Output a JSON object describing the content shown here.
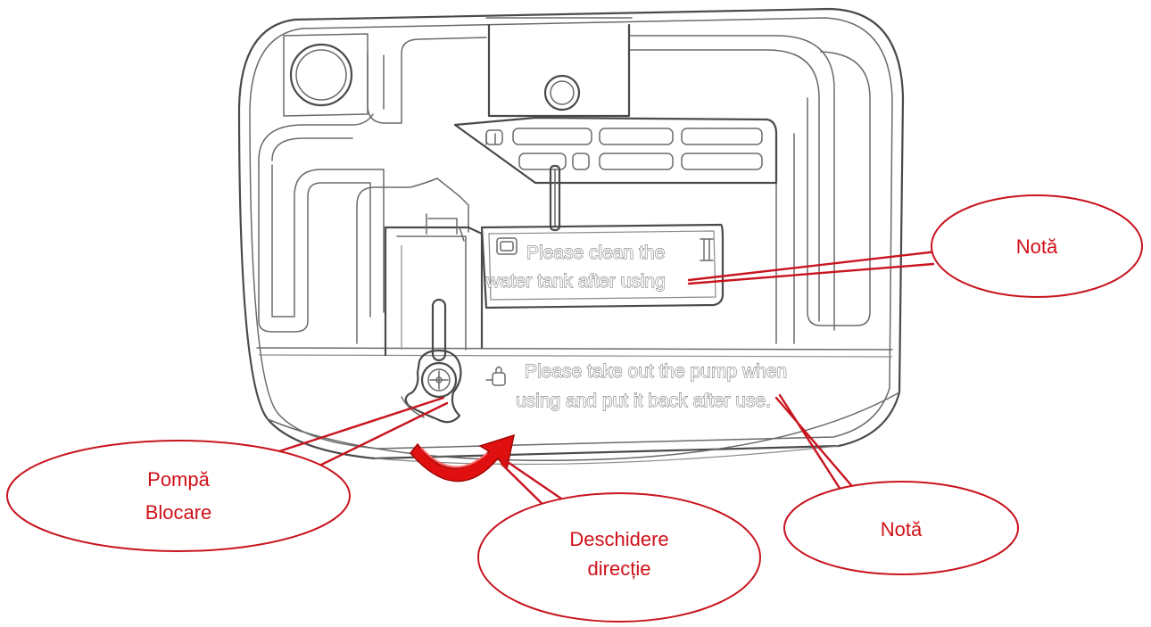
{
  "device": {
    "label_tank": [
      "Please clean the",
      "water tank after using"
    ],
    "label_pump": [
      "Please take out the pump when",
      "using and put it back after use."
    ]
  },
  "callouts": {
    "note_top": "Notă",
    "pump_lock": [
      "Pompă",
      "Blocare"
    ],
    "open_direction": [
      "Deschidere",
      "direcție"
    ],
    "note_bottom": "Notă"
  },
  "colors": {
    "callout_red": "#c8141e",
    "arrow_red": "#e01010",
    "outline_gray": "#4a4a4a"
  },
  "icons": [
    "tank-icon",
    "tank-end-icon",
    "pump-lock-icon",
    "rotation-arrow-icon"
  ]
}
